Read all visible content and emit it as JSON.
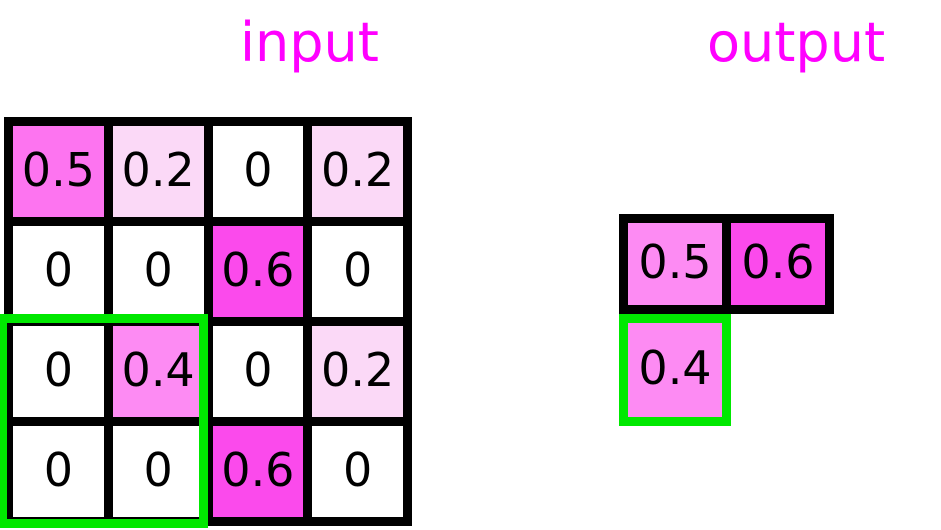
{
  "labels": {
    "input_title": "input",
    "output_title": "output"
  },
  "colors": {
    "title": "#ff00ff",
    "selection": "#00e800",
    "grid_line": "#000000",
    "text": "#000000",
    "cell_zero": "#ffffff",
    "cell_0_2": "#fbd9f7",
    "cell_0_4": "#fd8bf3",
    "cell_0_5": "#fd74f0",
    "cell_0_6": "#fb4aec"
  },
  "input": {
    "rows": 4,
    "cols": 4,
    "cells": [
      [
        {
          "value": "0.5",
          "fill": "#fd74f0"
        },
        {
          "value": "0.2",
          "fill": "#fbd9f7"
        },
        {
          "value": "0",
          "fill": "#ffffff"
        },
        {
          "value": "0.2",
          "fill": "#fbd9f7"
        }
      ],
      [
        {
          "value": "0",
          "fill": "#ffffff"
        },
        {
          "value": "0",
          "fill": "#ffffff"
        },
        {
          "value": "0.6",
          "fill": "#fb4aec"
        },
        {
          "value": "0",
          "fill": "#ffffff"
        }
      ],
      [
        {
          "value": "0",
          "fill": "#ffffff"
        },
        {
          "value": "0.4",
          "fill": "#fd8bf3"
        },
        {
          "value": "0",
          "fill": "#ffffff"
        },
        {
          "value": "0.2",
          "fill": "#fbd9f7"
        }
      ],
      [
        {
          "value": "0",
          "fill": "#ffffff"
        },
        {
          "value": "0",
          "fill": "#ffffff"
        },
        {
          "value": "0.6",
          "fill": "#fb4aec"
        },
        {
          "value": "0",
          "fill": "#ffffff"
        }
      ]
    ],
    "selection": {
      "row_start": 2,
      "row_end": 3,
      "col_start": 0,
      "col_end": 1
    }
  },
  "output": {
    "rows": 2,
    "cols": 2,
    "cells": [
      [
        {
          "value": "0.5",
          "fill": "#fd8bf3"
        },
        {
          "value": "0.6",
          "fill": "#fb4aec"
        }
      ],
      [
        {
          "value": "0.4",
          "fill": "#fd8bf3"
        },
        {
          "value": "",
          "fill": null
        }
      ]
    ],
    "selection": {
      "row": 1,
      "col": 0
    }
  }
}
